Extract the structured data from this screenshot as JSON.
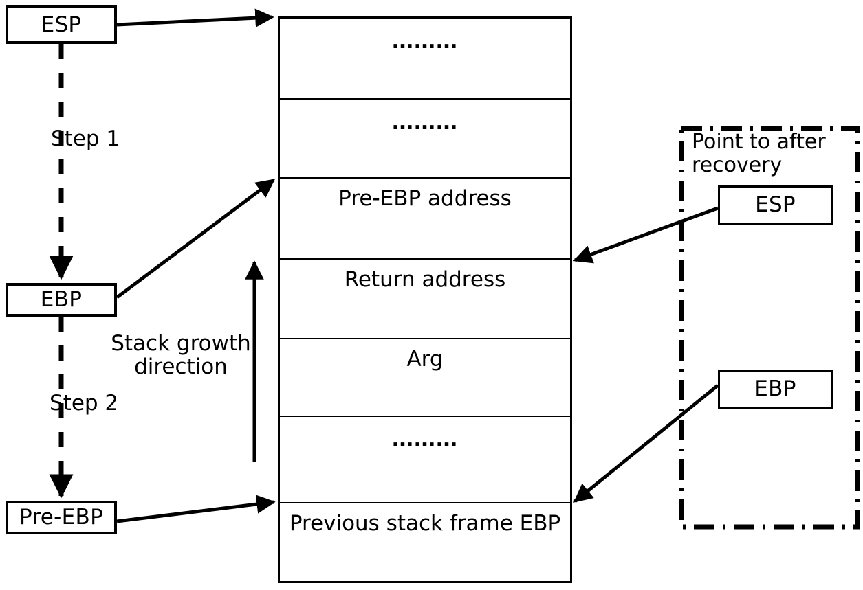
{
  "diagram": {
    "title": "Stack frame EBP/ESP recovery diagram",
    "colors": {
      "stroke": "#000000",
      "background": "#ffffff"
    }
  },
  "registers": {
    "esp_top": "ESP",
    "ebp_left": "EBP",
    "pre_ebp": "Pre-EBP",
    "esp_right": "ESP",
    "ebp_right": "EBP"
  },
  "steps": {
    "step1": "Step 1",
    "step2": "Step 2"
  },
  "stack_growth": {
    "label": "Stack growth\ndirection",
    "arrow_direction": "up"
  },
  "recovery_note": {
    "caption": "Point to after recovery",
    "border_style": "dash-dot"
  },
  "stack_frame": {
    "rows": [
      {
        "label": "………",
        "kind": "ellipsis"
      },
      {
        "label": "………",
        "kind": "ellipsis"
      },
      {
        "label": "Pre-EBP address",
        "kind": "text"
      },
      {
        "label": "Return address",
        "kind": "text"
      },
      {
        "label": "Arg",
        "kind": "text"
      },
      {
        "label": "………",
        "kind": "ellipsis"
      },
      {
        "label": "Previous stack frame EBP",
        "kind": "text"
      },
      {
        "label": "",
        "kind": "empty"
      }
    ]
  },
  "connections": [
    {
      "from": "esp_top",
      "to": "stack-row-0-top",
      "style": "solid-arrow"
    },
    {
      "from": "ebp_left",
      "to": "stack-row-2-top",
      "style": "solid-arrow"
    },
    {
      "from": "pre_ebp",
      "to": "stack-row-6-top",
      "style": "solid-arrow"
    },
    {
      "from": "esp_top",
      "to": "ebp_left",
      "style": "dashed-arrow",
      "label": "Step 1"
    },
    {
      "from": "ebp_left",
      "to": "pre_ebp",
      "style": "dashed-arrow",
      "label": "Step 2"
    },
    {
      "from": "esp_right",
      "to": "stack-row-3-top",
      "style": "solid-arrow"
    },
    {
      "from": "ebp_right",
      "to": "stack-row-6-top",
      "style": "solid-arrow"
    }
  ]
}
